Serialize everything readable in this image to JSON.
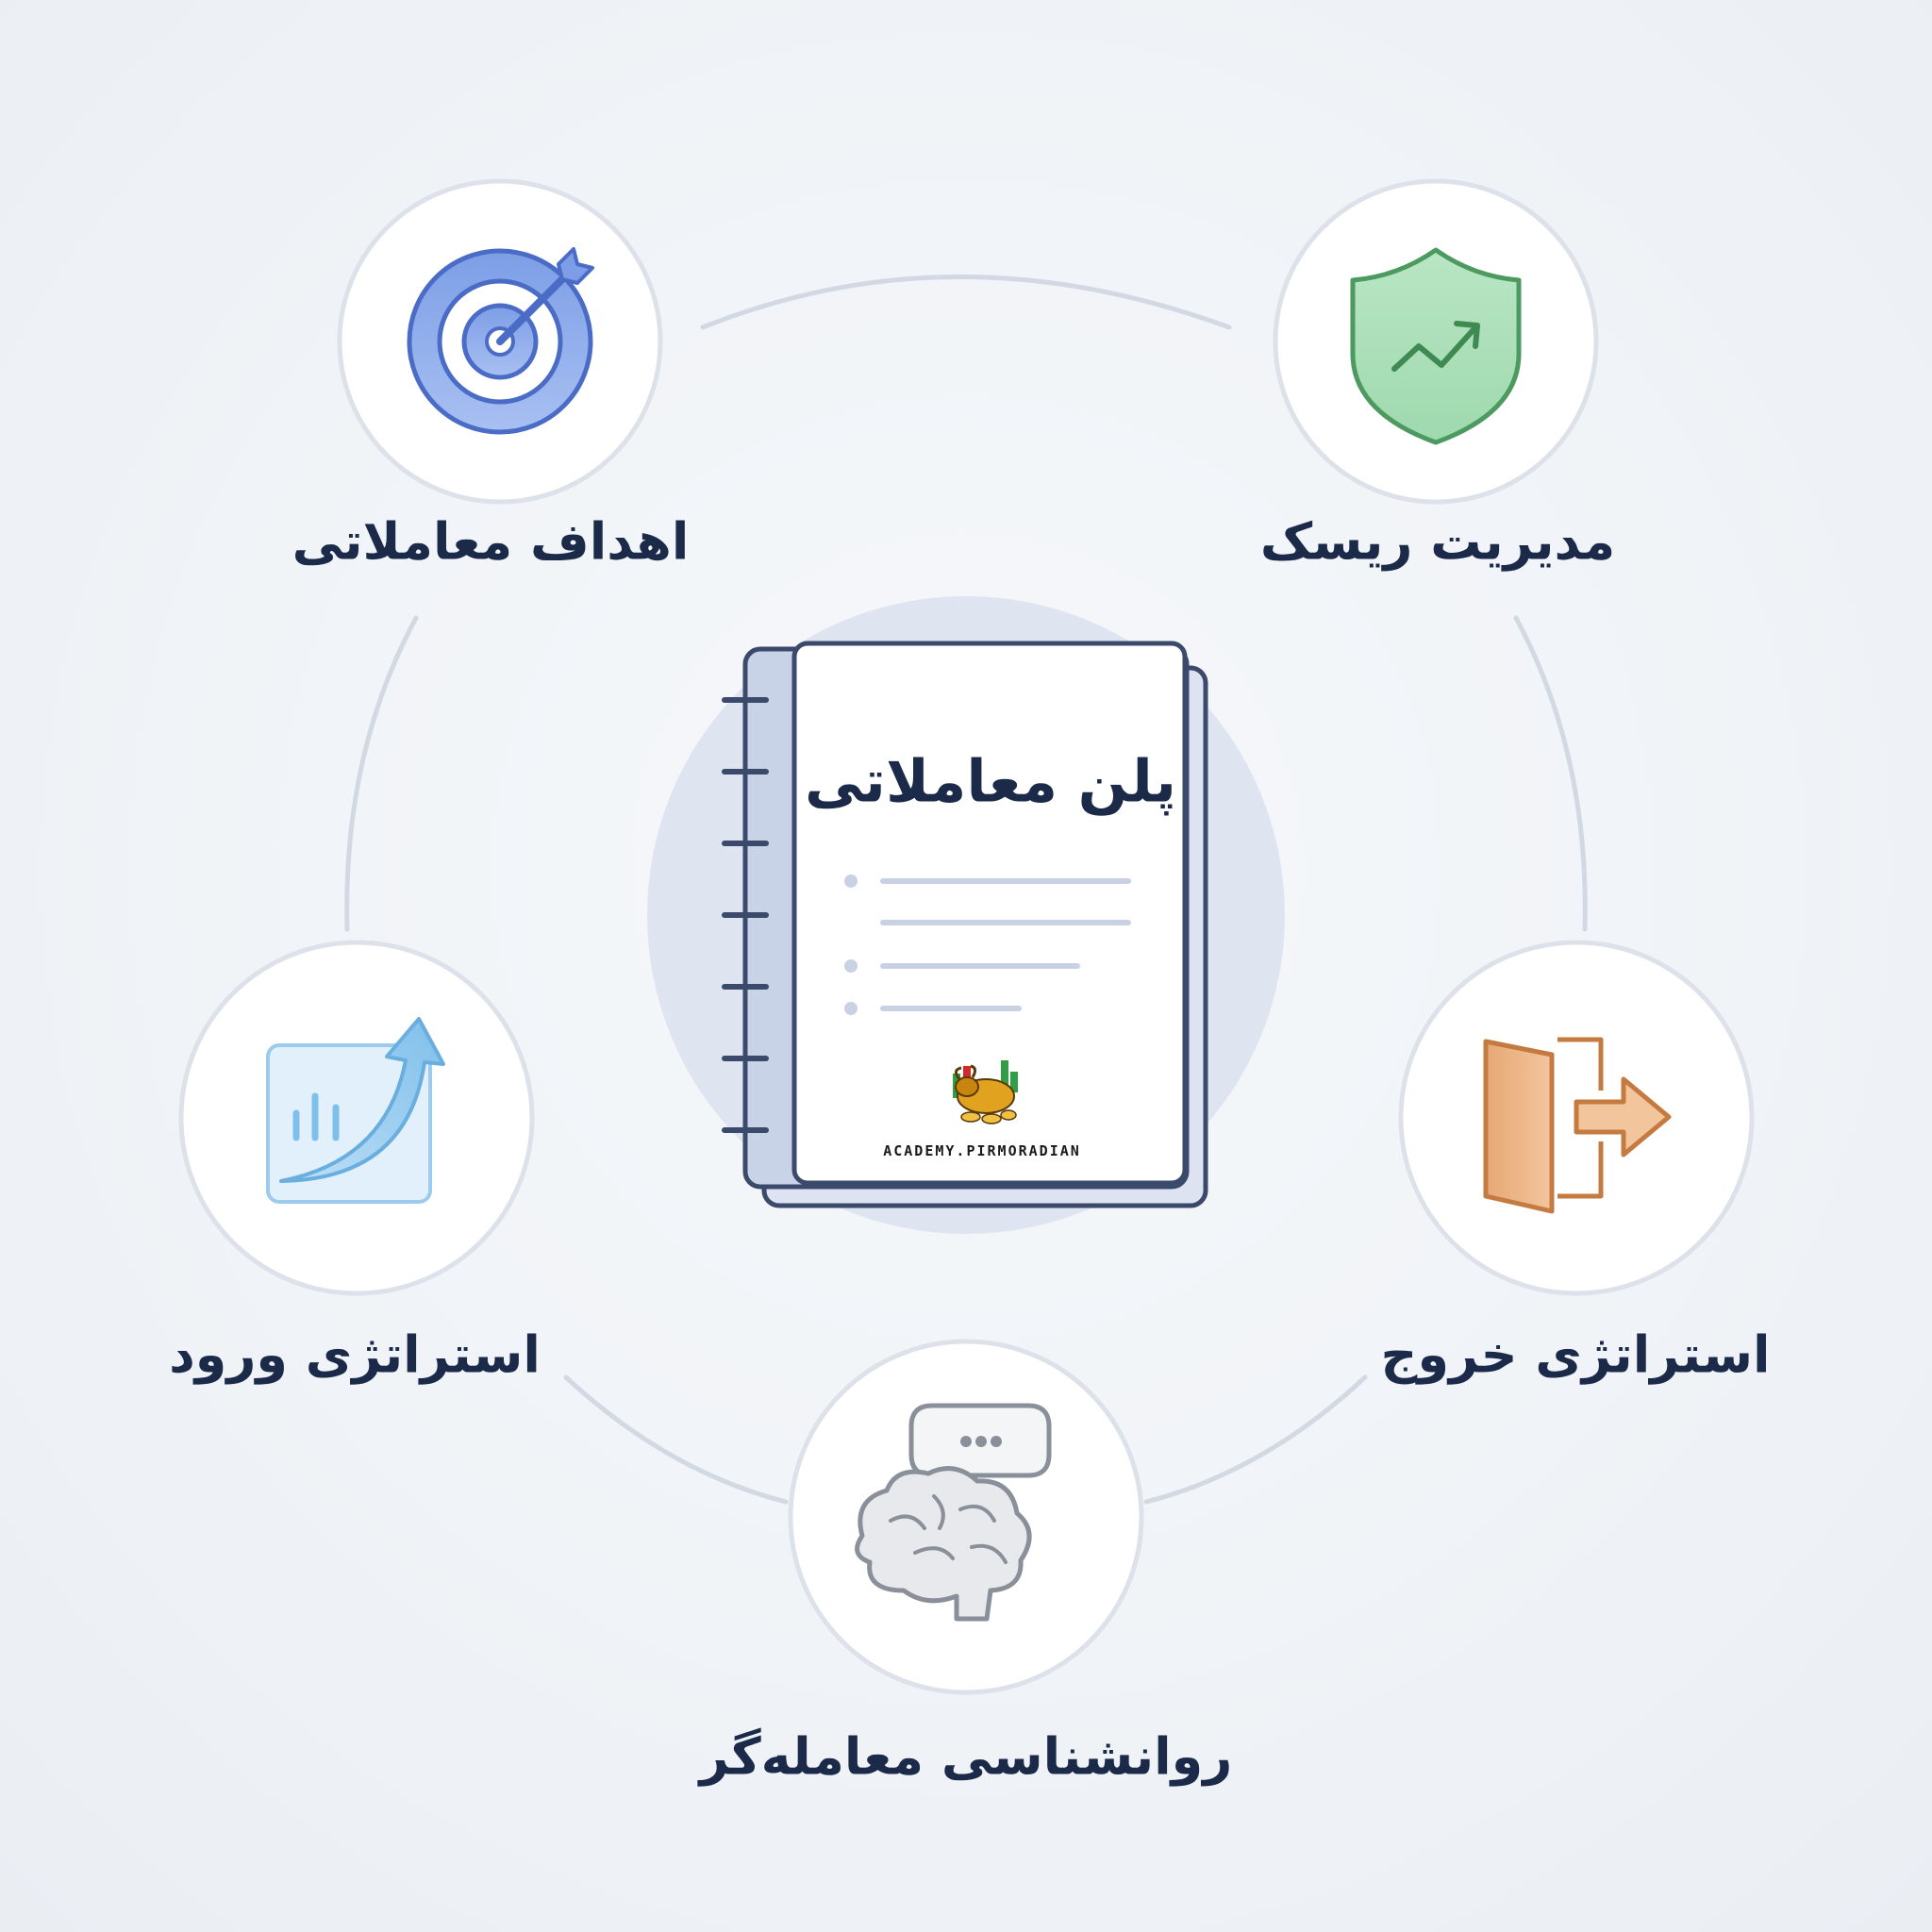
{
  "center": {
    "title": "پلن معاملاتی",
    "brand": "ACADEMY.PIRMORADIAN"
  },
  "nodes": {
    "trading_goals": {
      "label": "اهداف معاملاتی",
      "icon": "target-icon",
      "color": "#5b7fd6"
    },
    "risk_management": {
      "label": "مدیریت ریسک",
      "icon": "shield-chart-icon",
      "color": "#5caa6e"
    },
    "entry_strategy": {
      "label": "استراتژی ورود",
      "icon": "growth-chart-icon",
      "color": "#6aaee0"
    },
    "exit_strategy": {
      "label": "استراتژی خروج",
      "icon": "exit-door-icon",
      "color": "#d48a52"
    },
    "trader_psychology": {
      "label": "روانشناسی معامله‌گر",
      "icon": "brain-chat-icon",
      "color": "#8a9099"
    }
  },
  "colors": {
    "background": "#f0f3f7",
    "circle_border": "#dde2ea",
    "connector": "#d3d9e3",
    "text": "#1c2a4a",
    "notebook_stroke": "#3b4a6b"
  }
}
